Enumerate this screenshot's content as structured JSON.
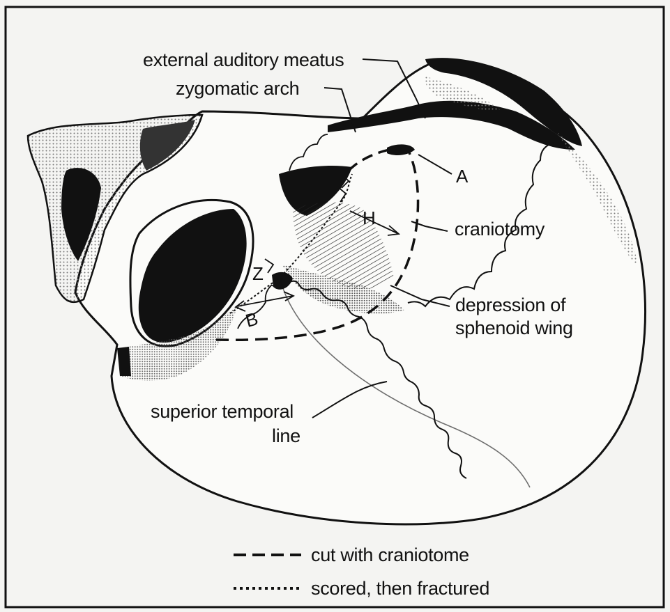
{
  "labels": {
    "external_auditory_meatus": "external auditory meatus",
    "zygomatic_arch": "zygomatic arch",
    "craniotomy": "craniotomy",
    "depression_line1": "depression of",
    "depression_line2": "sphenoid wing",
    "superior_temporal_line1": "superior temporal",
    "superior_temporal_line2": "line"
  },
  "points": {
    "a": "A",
    "h": "H",
    "z": "Z",
    "b": "B"
  },
  "legend": {
    "dashed": "cut with craniotome",
    "dotted": "scored, then fractured"
  },
  "colors": {
    "ink": "#111111",
    "paper": "#f4f4f2",
    "bone_fill": "#fbfbf9",
    "stipple": "#8a8a8a"
  }
}
